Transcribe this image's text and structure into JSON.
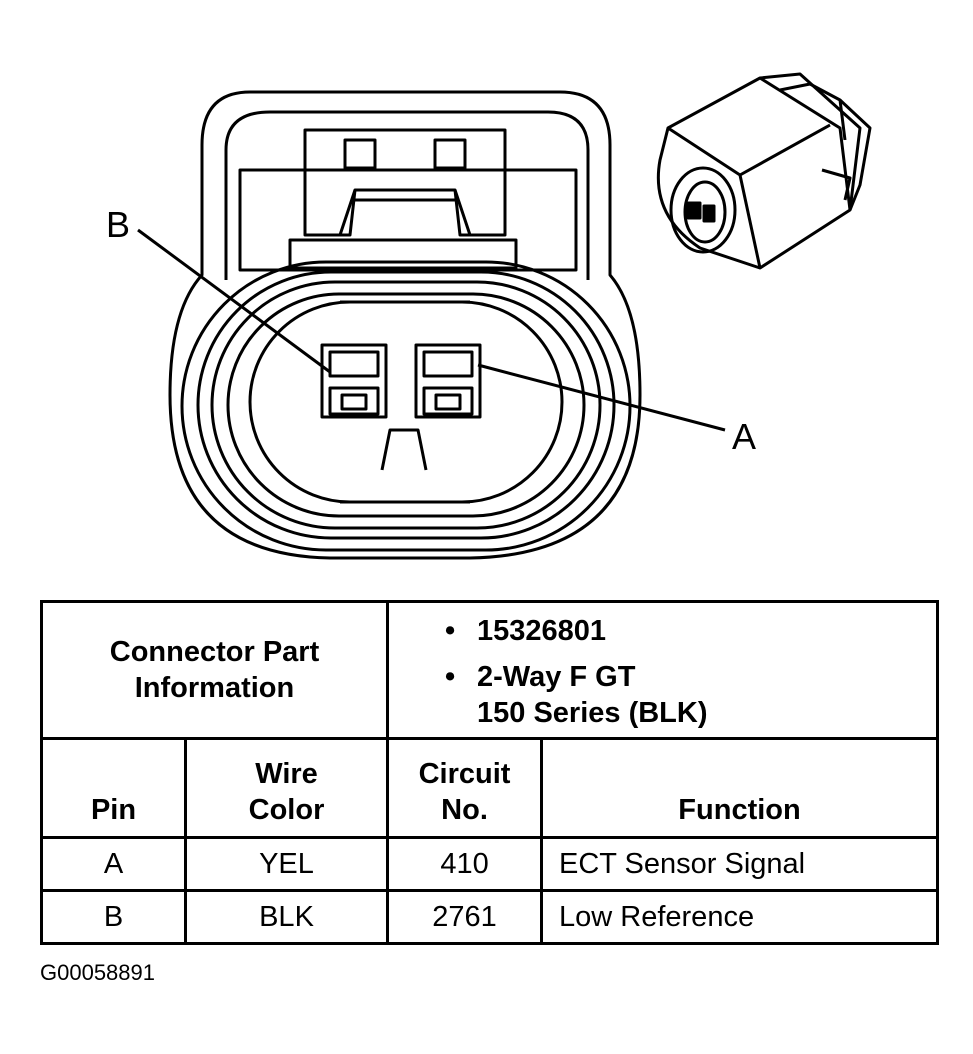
{
  "callouts": {
    "b": "B",
    "a": "A"
  },
  "table": {
    "part_info_label_line1": "Connector Part",
    "part_info_label_line2": "Information",
    "part_info_values": [
      "15326801",
      "2-Way F GT",
      "150 Series (BLK)"
    ],
    "bullet": "•",
    "headers": {
      "pin": "Pin",
      "wire_line1": "Wire",
      "wire_line2": "Color",
      "circuit_line1": "Circuit",
      "circuit_line2": "No.",
      "function": "Function"
    },
    "rows": [
      {
        "pin": "A",
        "wire_color": "YEL",
        "circuit": "410",
        "function": "ECT Sensor Signal"
      },
      {
        "pin": "B",
        "wire_color": "BLK",
        "circuit": "2761",
        "function": "Low Reference"
      }
    ]
  },
  "figure_id": "G00058891"
}
